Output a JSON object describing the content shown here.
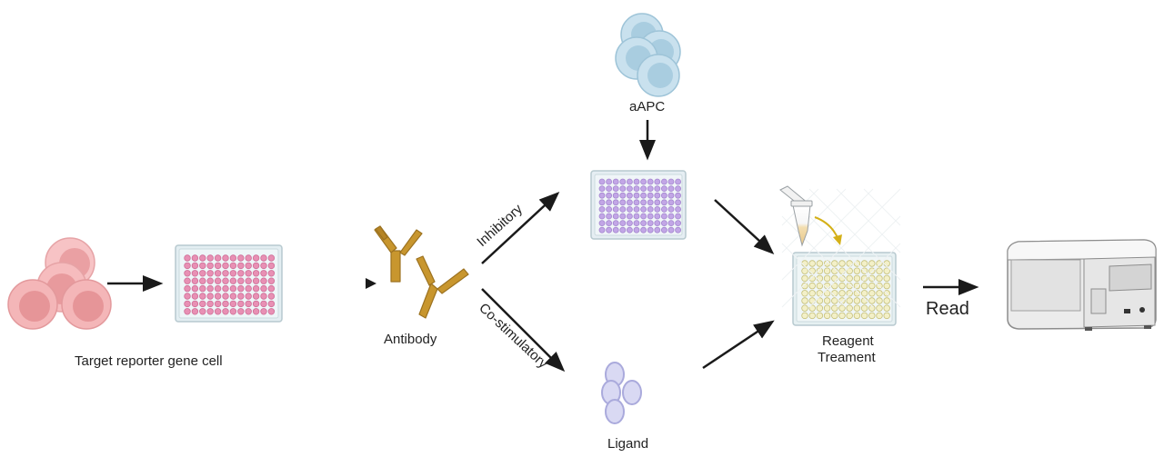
{
  "labels": {
    "target_cell": "Target reporter gene cell",
    "antibody": "Antibody",
    "aapc": "aAPC",
    "ligand": "Ligand",
    "inhibitory": "Inhibitory",
    "costimulatory": "Co-stimulatory",
    "reagent_line1": "Reagent",
    "reagent_line2": "Treament",
    "read": "Read"
  },
  "colors": {
    "cell_fill": "#f4b6b8",
    "cell_nucleus": "#e8979a",
    "plate_pink_wells": "#e890b4",
    "plate_purple_wells": "#c2a6e6",
    "plate_yellow_wells": "#f3f0c8",
    "antibody": "#c8962e",
    "aapc_fill": "#c9e1ee",
    "ligand_fill": "#d7d7f1",
    "arrow": "#1a1a1a"
  }
}
